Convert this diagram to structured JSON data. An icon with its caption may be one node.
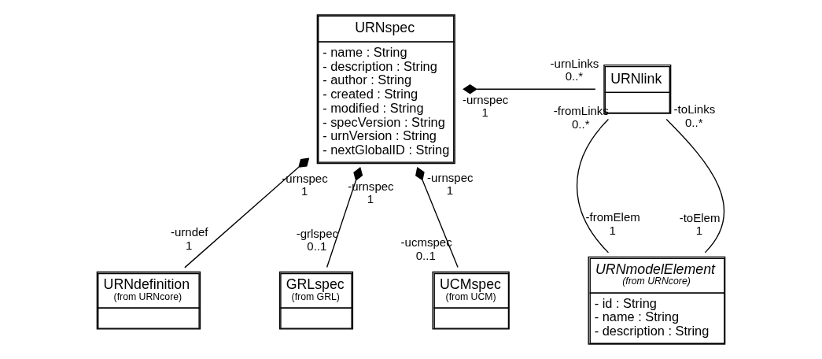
{
  "diagram": {
    "nodes": [
      {
        "text": [
          "URNspec",
          "- name : String",
          "- description : String",
          "- author : String",
          "- created : String",
          "- modified : String",
          "- specVersion : String",
          "- urnVersion : String",
          "- nextGlobalID : String"
        ]
      },
      {
        "text": [
          "URNlink"
        ]
      },
      {
        "text": [
          "URNdefinition",
          "(from URNcore)"
        ]
      },
      {
        "text": [
          "GRLspec",
          "(from GRL)"
        ]
      },
      {
        "text": [
          "UCMspec",
          "(from UCM)"
        ]
      },
      {
        "text": [
          "URNmodelElement",
          "(from URNcore)",
          "- id : String",
          "- name : String",
          "- description : String"
        ]
      }
    ],
    "edges": [
      {
        "from": 0,
        "to": 1,
        "arrow": "other"
      },
      {
        "from": 0,
        "to": 2,
        "arrow": "other"
      },
      {
        "from": 0,
        "to": 3,
        "arrow": "other"
      },
      {
        "from": 0,
        "to": 4,
        "arrow": "other"
      },
      {
        "from": 1,
        "to": 5,
        "arrow": "none"
      },
      {
        "from": 1,
        "to": 5,
        "arrow": "none"
      }
    ],
    "labels": [
      "-urnspec",
      "1",
      "-urnLinks",
      "0..*",
      "-urnspec",
      "1",
      "-urndef",
      "1",
      "-urnspec",
      "1",
      "-grlspec",
      "0..1",
      "-urnspec",
      "1",
      "-ucmspec",
      "0..1",
      "-fromLinks",
      "0..*",
      "-fromElem",
      "1",
      "-toLinks",
      "0..*",
      "-toElem",
      "1"
    ]
  }
}
